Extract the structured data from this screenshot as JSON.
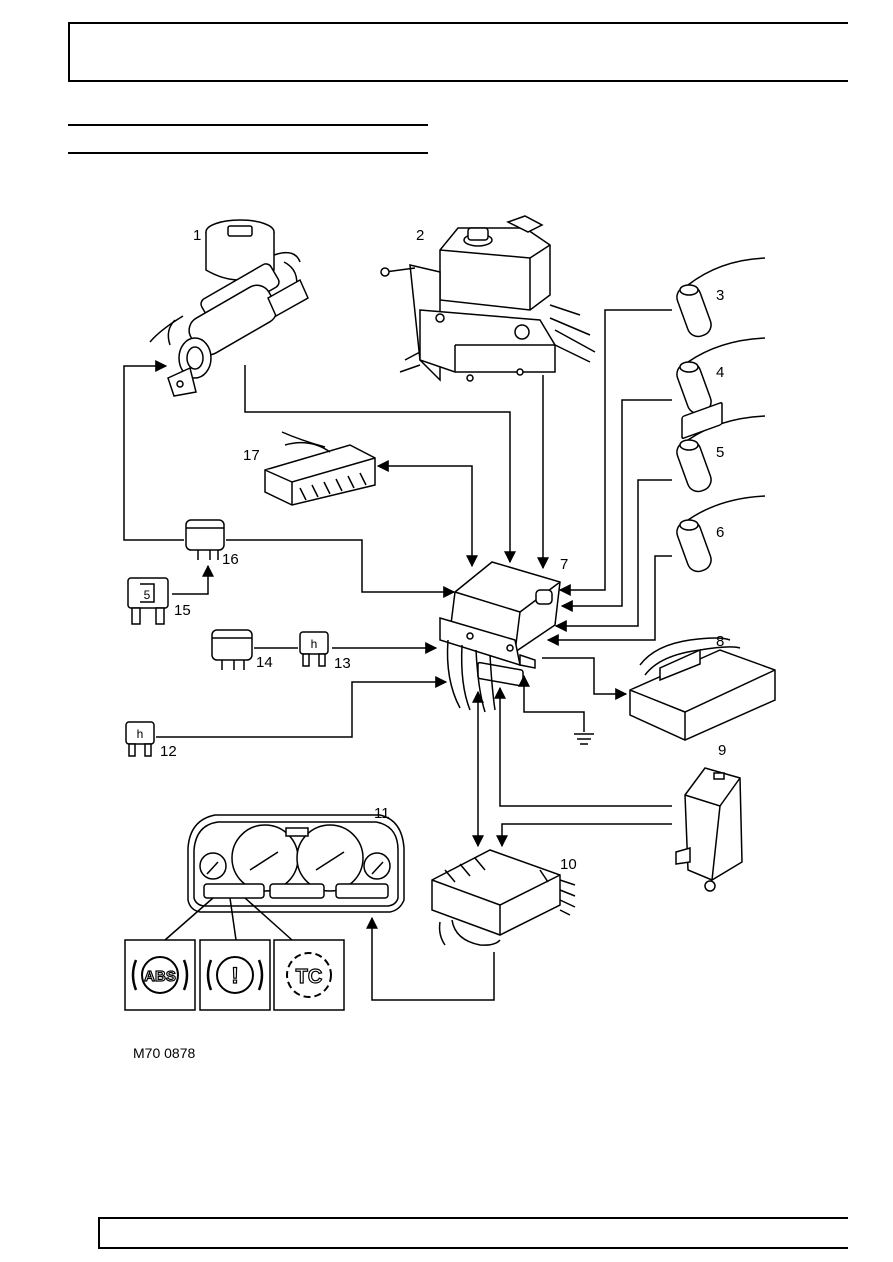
{
  "figure": {
    "reference": "M70 0878",
    "callouts": [
      "1",
      "2",
      "3",
      "4",
      "5",
      "6",
      "7",
      "8",
      "9",
      "10",
      "11",
      "12",
      "13",
      "14",
      "15",
      "16",
      "17"
    ]
  },
  "components": {
    "ecu_label": "7",
    "fuse_15_text": "5",
    "fuse_12_text": "h",
    "fuse_13_text": "h"
  },
  "warning_lamps": [
    {
      "id": "abs",
      "text": "ABS"
    },
    {
      "id": "brake",
      "text": "!"
    },
    {
      "id": "tc",
      "text": "TC"
    }
  ]
}
